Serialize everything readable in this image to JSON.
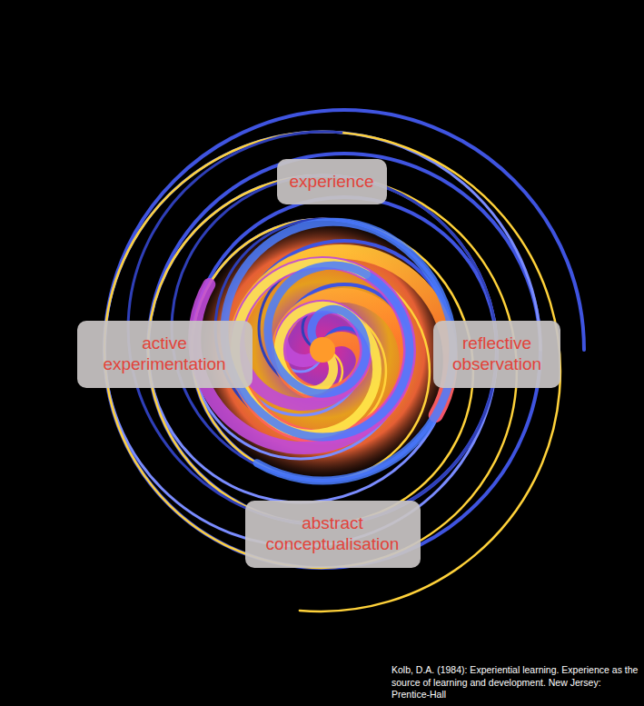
{
  "diagram": {
    "nodes": [
      {
        "text": [
          "experience"
        ]
      },
      {
        "text": [
          "active experimentation"
        ]
      },
      {
        "text": [
          "reflective observation"
        ]
      },
      {
        "text": [
          "abstract conceptualisation"
        ]
      }
    ],
    "labels": [
      "Kolb, D.A. (1984): Experiential learning. Experience as the source of learning and development. New Jersey: Prentice-Hall"
    ]
  }
}
